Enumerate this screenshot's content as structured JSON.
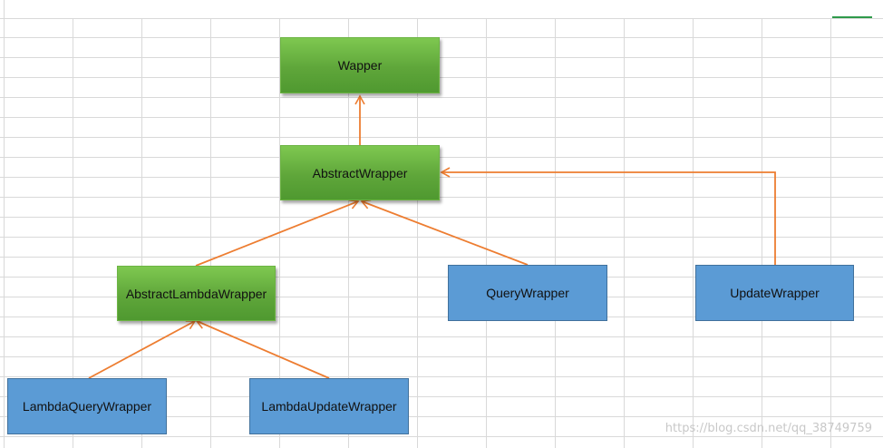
{
  "nodes": {
    "wapper": "Wapper",
    "abstract_wrapper": "AbstractWrapper",
    "abstract_lambda_wrapper": "AbstractLambdaWrapper",
    "query_wrapper": "QueryWrapper",
    "update_wrapper": "UpdateWrapper",
    "lambda_query_wrapper": "LambdaQueryWrapper",
    "lambda_update_wrapper": "LambdaUpdateWrapper"
  },
  "colors": {
    "green_node": "#6cb443",
    "blue_node": "#5b9bd5",
    "arrow": "#ed7d31",
    "grid": "#d9d9d9"
  },
  "watermark": "https://blog.csdn.net/qq_38749759"
}
